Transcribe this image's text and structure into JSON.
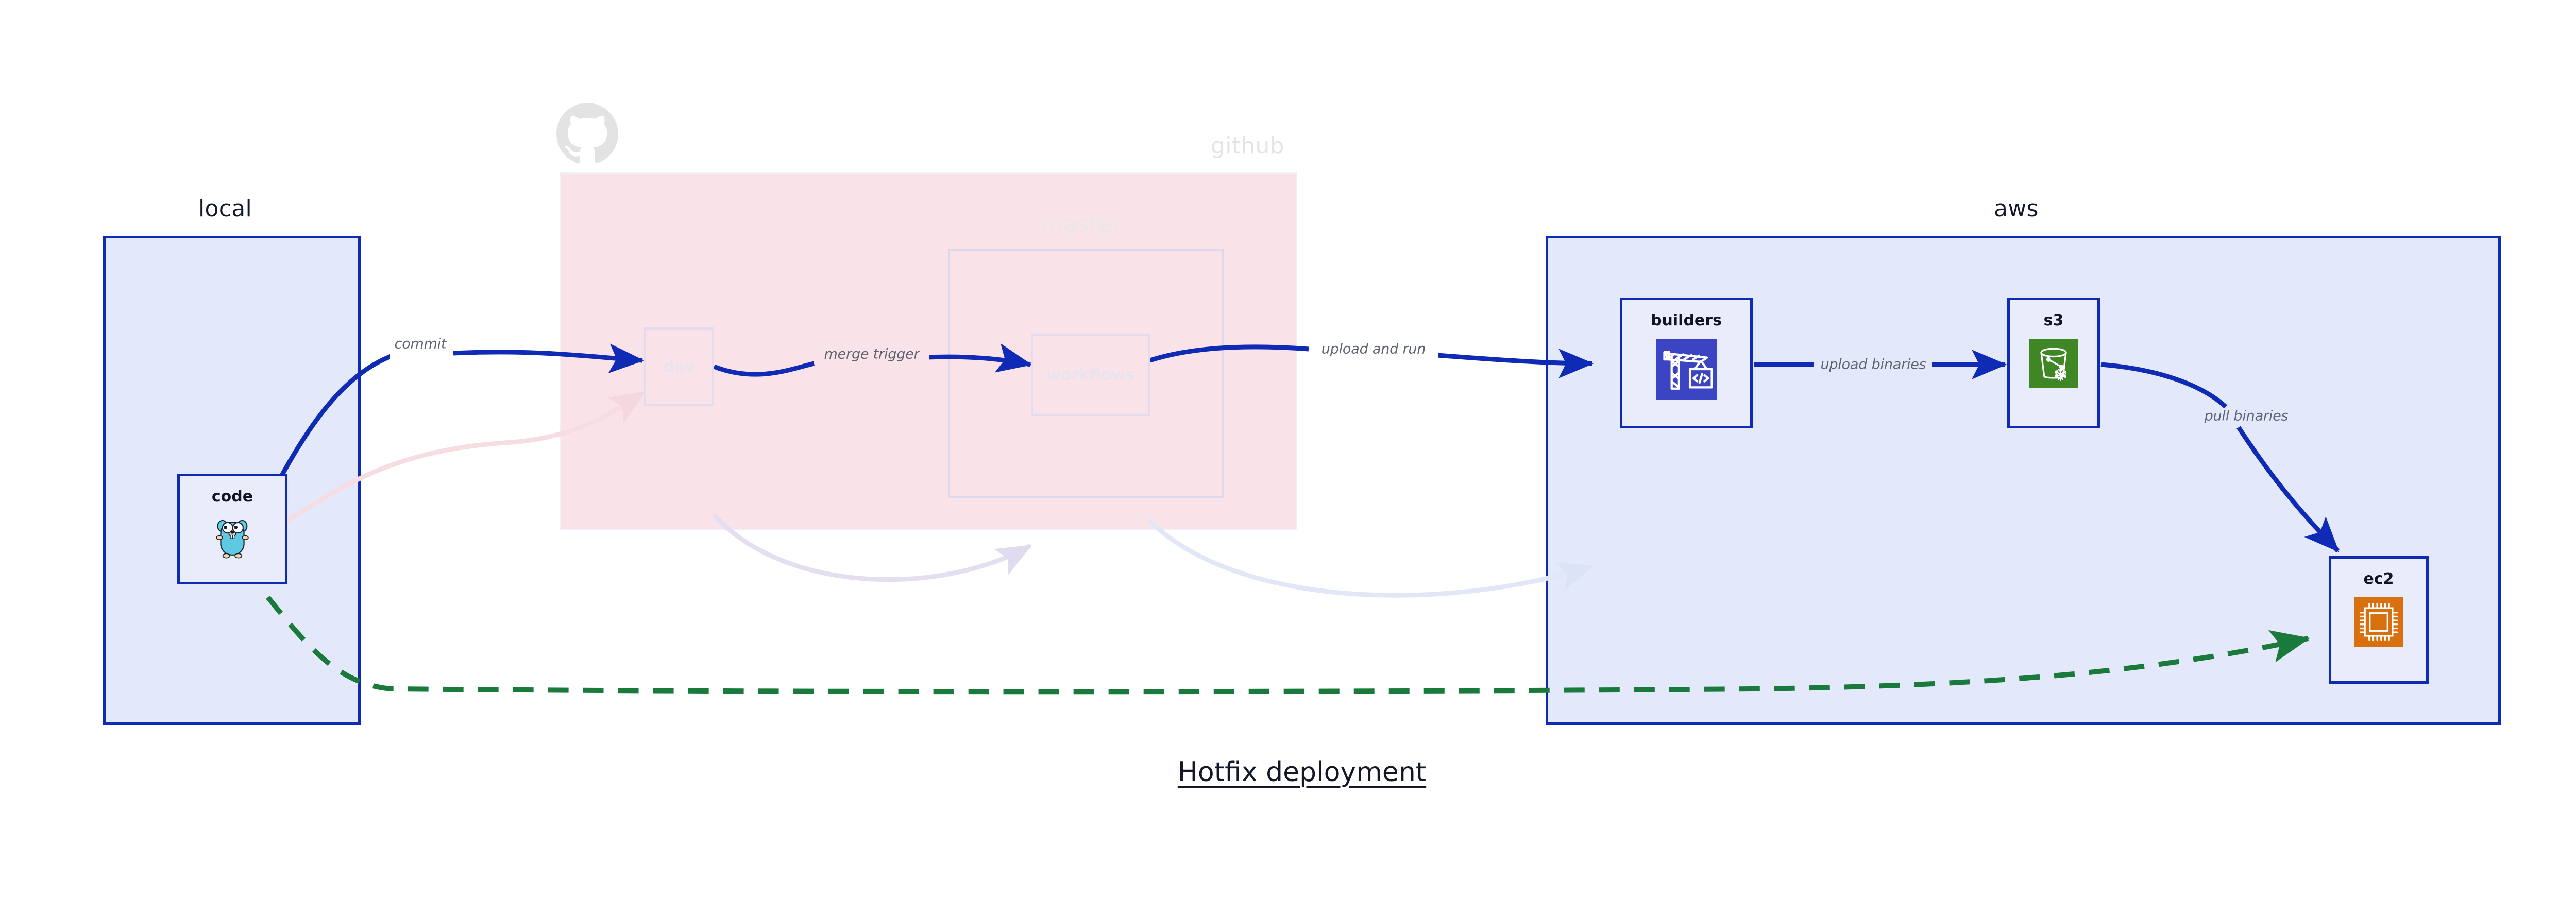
{
  "diagram": {
    "caption": "Hotfix deployment",
    "colors": {
      "group_fill_blue": "#e3e8fb",
      "group_border_blue": "#0f2bb5",
      "group_fill_pink": "#f9e2e8",
      "edge_blue": "#0f2bb5",
      "edge_green": "#1a7a3c",
      "edge_pink_faded": "#f6dde2",
      "edge_label_gray": "#5d6470",
      "faded_text": "#e6e2e8",
      "icon_builders_bg": "#3b45c4",
      "icon_s3_bg": "#3f8624",
      "icon_ec2_bg": "#d9700e",
      "gopher_cyan": "#5dc9e2",
      "octocat_gray": "#e3e3e3"
    },
    "groups": [
      {
        "id": "local",
        "label": "local",
        "faded": false
      },
      {
        "id": "github",
        "label": "github",
        "faded": true
      },
      {
        "id": "master",
        "label": "master",
        "faded": true
      },
      {
        "id": "aws",
        "label": "aws",
        "faded": false
      }
    ],
    "nodes": [
      {
        "id": "code",
        "label": "code",
        "icon": "go-gopher-icon",
        "faded": false
      },
      {
        "id": "dev",
        "label": "dev",
        "icon": "none",
        "faded": true
      },
      {
        "id": "workflows",
        "label": "workflows",
        "icon": "none",
        "faded": true
      },
      {
        "id": "builders",
        "label": "builders",
        "icon": "crane-code-icon",
        "faded": false
      },
      {
        "id": "s3",
        "label": "s3",
        "icon": "bucket-icon",
        "faded": false
      },
      {
        "id": "ec2",
        "label": "ec2",
        "icon": "cpu-chip-icon",
        "faded": false
      }
    ],
    "edges": [
      {
        "id": "commit",
        "label": "commit",
        "from": "code",
        "to": "dev",
        "style": "solid",
        "color": "#0f2bb5"
      },
      {
        "id": "merge-trigger",
        "label": "merge trigger",
        "from": "dev",
        "to": "workflows",
        "style": "solid",
        "color": "#0f2bb5"
      },
      {
        "id": "upload-and-run",
        "label": "upload and run",
        "from": "workflows",
        "to": "builders",
        "style": "solid",
        "color": "#0f2bb5"
      },
      {
        "id": "upload-binaries",
        "label": "upload binaries",
        "from": "builders",
        "to": "s3",
        "style": "solid",
        "color": "#0f2bb5"
      },
      {
        "id": "pull-binaries",
        "label": "pull binaries",
        "from": "s3",
        "to": "ec2",
        "style": "solid",
        "color": "#0f2bb5"
      },
      {
        "id": "hotfix-direct",
        "label": "",
        "from": "code",
        "to": "ec2",
        "style": "dashed",
        "color": "#1a7a3c"
      },
      {
        "id": "faded-code-dev",
        "label": "",
        "from": "code",
        "to": "dev",
        "style": "faded",
        "color": "#f6dde2"
      },
      {
        "id": "faded-dev-wf",
        "label": "",
        "from": "dev",
        "to": "workflows",
        "style": "faded",
        "color": "#e4def0"
      },
      {
        "id": "faded-wf-build",
        "label": "",
        "from": "workflows",
        "to": "builders",
        "style": "faded",
        "color": "#e4e8f8"
      }
    ]
  }
}
